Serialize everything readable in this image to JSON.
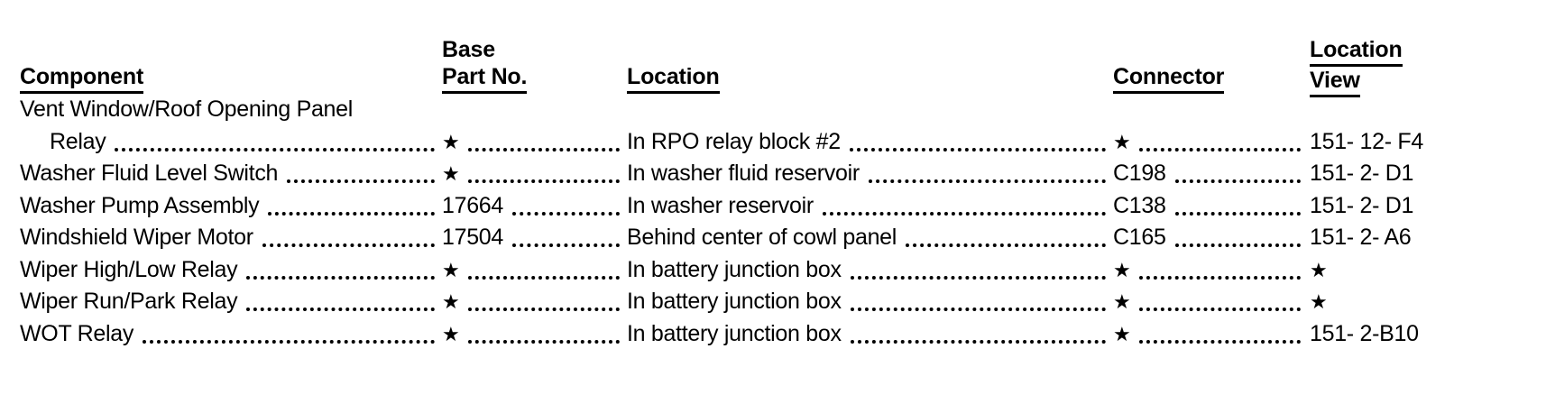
{
  "document": {
    "type": "component-location-index-table",
    "columns": [
      {
        "key": "component",
        "label": "Component",
        "underlined": true
      },
      {
        "key": "part_no",
        "label_line1": "Base",
        "label_line2": "Part No.",
        "underlined": true
      },
      {
        "key": "location",
        "label": "Location",
        "underlined": true
      },
      {
        "key": "connector",
        "label": "Connector",
        "underlined": true
      },
      {
        "key": "location_view",
        "label_line1": "Location",
        "label_line2": "View",
        "underlined": true
      }
    ],
    "header": {
      "component": "Component",
      "base": "Base",
      "part_no": "Part No.",
      "location": "Location",
      "connector": "Connector",
      "location_line1": "Location",
      "location_line2": "View"
    },
    "star_glyph": "★",
    "rows": [
      {
        "component": "Vent Window/Roof Opening Panel",
        "indent": false,
        "group_heading": true,
        "part_no": "",
        "location": "",
        "connector": "",
        "location_view": ""
      },
      {
        "component": "Relay",
        "indent": true,
        "group_heading": false,
        "part_no": "★",
        "location": "In RPO relay block #2",
        "connector": "★",
        "location_view": "151- 12- F4"
      },
      {
        "component": "Washer Fluid Level Switch",
        "indent": false,
        "group_heading": false,
        "part_no": "★",
        "location": "In washer fluid reservoir",
        "connector": "C198",
        "location_view": "151-  2- D1"
      },
      {
        "component": "Washer Pump Assembly",
        "indent": false,
        "group_heading": false,
        "part_no": "17664",
        "location": "In washer reservoir",
        "connector": "C138",
        "location_view": "151-  2- D1"
      },
      {
        "component": "Windshield Wiper Motor",
        "indent": false,
        "group_heading": false,
        "part_no": "17504",
        "location": "Behind center of cowl panel",
        "connector": "C165",
        "location_view": "151-  2- A6"
      },
      {
        "component": "Wiper High/Low Relay",
        "indent": false,
        "group_heading": false,
        "part_no": "★",
        "location": "In battery junction box",
        "connector": "★",
        "location_view": "★"
      },
      {
        "component": "Wiper Run/Park Relay",
        "indent": false,
        "group_heading": false,
        "part_no": "★",
        "location": "In battery junction box",
        "connector": "★",
        "location_view": "★"
      },
      {
        "component": "WOT Relay",
        "indent": false,
        "group_heading": false,
        "part_no": "★",
        "location": "In battery junction box",
        "connector": "★",
        "location_view": "151-  2-B10"
      }
    ]
  },
  "colors": {
    "text": "#000000",
    "background": "#ffffff"
  }
}
